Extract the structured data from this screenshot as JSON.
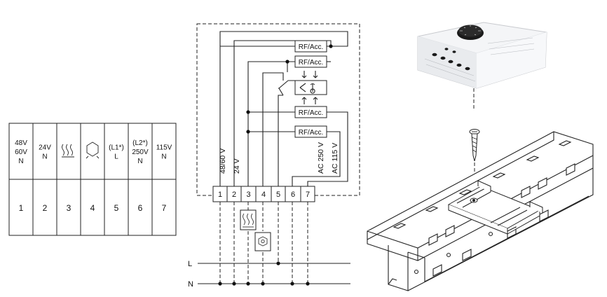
{
  "terminal_table": {
    "columns": [
      {
        "number": "1",
        "lines": [
          "48V",
          "60V",
          "N"
        ],
        "icon": ""
      },
      {
        "number": "2",
        "lines": [
          "24V",
          "N"
        ],
        "icon": ""
      },
      {
        "number": "3",
        "lines": [],
        "icon": "heater-icon"
      },
      {
        "number": "4",
        "lines": [],
        "icon": "fan-icon"
      },
      {
        "number": "5",
        "lines": [
          "(L1*)",
          "L"
        ],
        "icon": ""
      },
      {
        "number": "6",
        "lines": [
          "(L2*)",
          "250V",
          "N"
        ],
        "icon": ""
      },
      {
        "number": "7",
        "lines": [
          "115V",
          "N"
        ],
        "icon": ""
      }
    ]
  },
  "wiring": {
    "rf_labels": [
      "RF/Acc.",
      "RF/Acc.",
      "RF/Acc.",
      "RF/Acc."
    ],
    "terminals": [
      "1",
      "2",
      "3",
      "4",
      "5",
      "6",
      "7"
    ],
    "voltage_labels": [
      "48/60  V",
      "24 V",
      "AC 250  V",
      "AC 115  V"
    ],
    "line_labels": [
      "L",
      "N"
    ]
  },
  "colors": {
    "line": "#222222",
    "device_body": "#f2f3f5",
    "dial": "#1a1a1a",
    "rail": "#ffffff"
  }
}
